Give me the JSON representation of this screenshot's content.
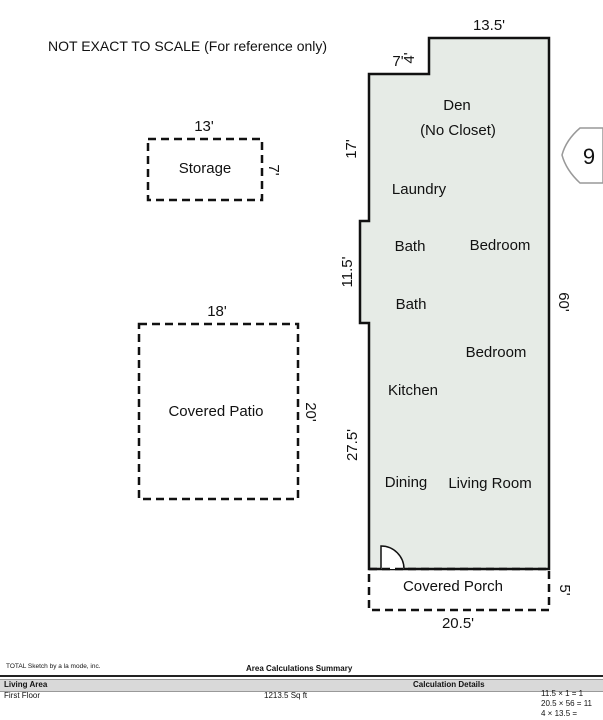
{
  "note": "NOT EXACT TO SCALE (For reference only)",
  "house": {
    "rooms": [
      {
        "key": "den",
        "label": "Den"
      },
      {
        "key": "den_sub",
        "label": "(No Closet)"
      },
      {
        "key": "laundry",
        "label": "Laundry"
      },
      {
        "key": "bath1",
        "label": "Bath"
      },
      {
        "key": "bedroom1",
        "label": "Bedroom"
      },
      {
        "key": "bath2",
        "label": "Bath"
      },
      {
        "key": "bedroom2",
        "label": "Bedroom"
      },
      {
        "key": "kitchen",
        "label": "Kitchen"
      },
      {
        "key": "dining",
        "label": "Dining"
      },
      {
        "key": "living",
        "label": "Living Room"
      }
    ],
    "dims": {
      "top": "13.5'",
      "notch_w": "7'",
      "notch_h": "4'",
      "left_upper": "17'",
      "left_bump": "11.5'",
      "left_lower": "27.5'",
      "right": "60'"
    }
  },
  "storage": {
    "label": "Storage",
    "width": "13'",
    "height": "7'"
  },
  "patio": {
    "label": "Covered Patio",
    "width": "18'",
    "height": "20'"
  },
  "porch": {
    "label": "Covered Porch",
    "width": "20.5'",
    "height": "5'"
  },
  "neighbor_label": "9",
  "footer": {
    "brand": "TOTAL Sketch by a la mode, inc.",
    "summary_title": "Area Calculations Summary",
    "header_left": "Living Area",
    "header_right": "Calculation Details",
    "row_label": "First Floor",
    "row_value": "1213.5 Sq ft",
    "calcs": [
      "11.5 × 1  =  1",
      "20.5 × 56  =  11",
      "4 × 13.5  ="
    ]
  },
  "colors": {
    "living_fill": "#e6ebe6",
    "line": "#111111"
  }
}
